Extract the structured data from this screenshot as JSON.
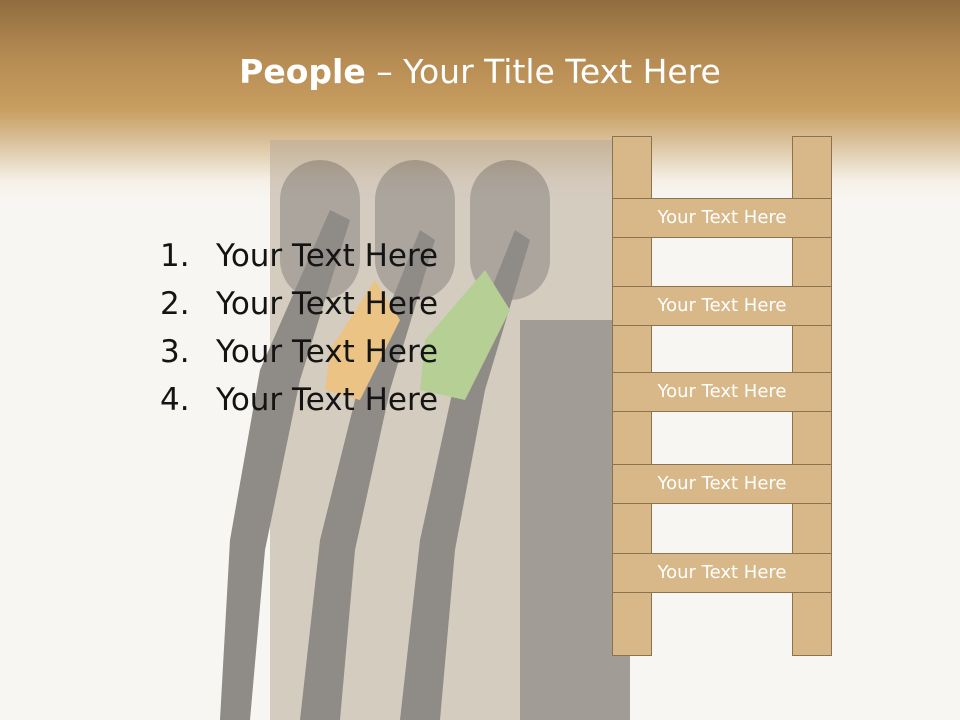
{
  "slide": {
    "title_bold": "People",
    "title_rest": " – Your Title Text Here",
    "list": [
      {
        "num": "1.",
        "text": "Your Text Here"
      },
      {
        "num": "2.",
        "text": "Your Text Here"
      },
      {
        "num": "3.",
        "text": "Your Text Here"
      },
      {
        "num": "4.",
        "text": "Your Text Here"
      }
    ],
    "ladder": [
      "Your Text Here",
      "Your Text Here",
      "Your Text Here",
      "Your Text Here",
      "Your Text Here"
    ]
  },
  "colors": {
    "header": "#c99e61",
    "ladder_fill": "#d8b888",
    "ladder_border": "#8c7350"
  }
}
